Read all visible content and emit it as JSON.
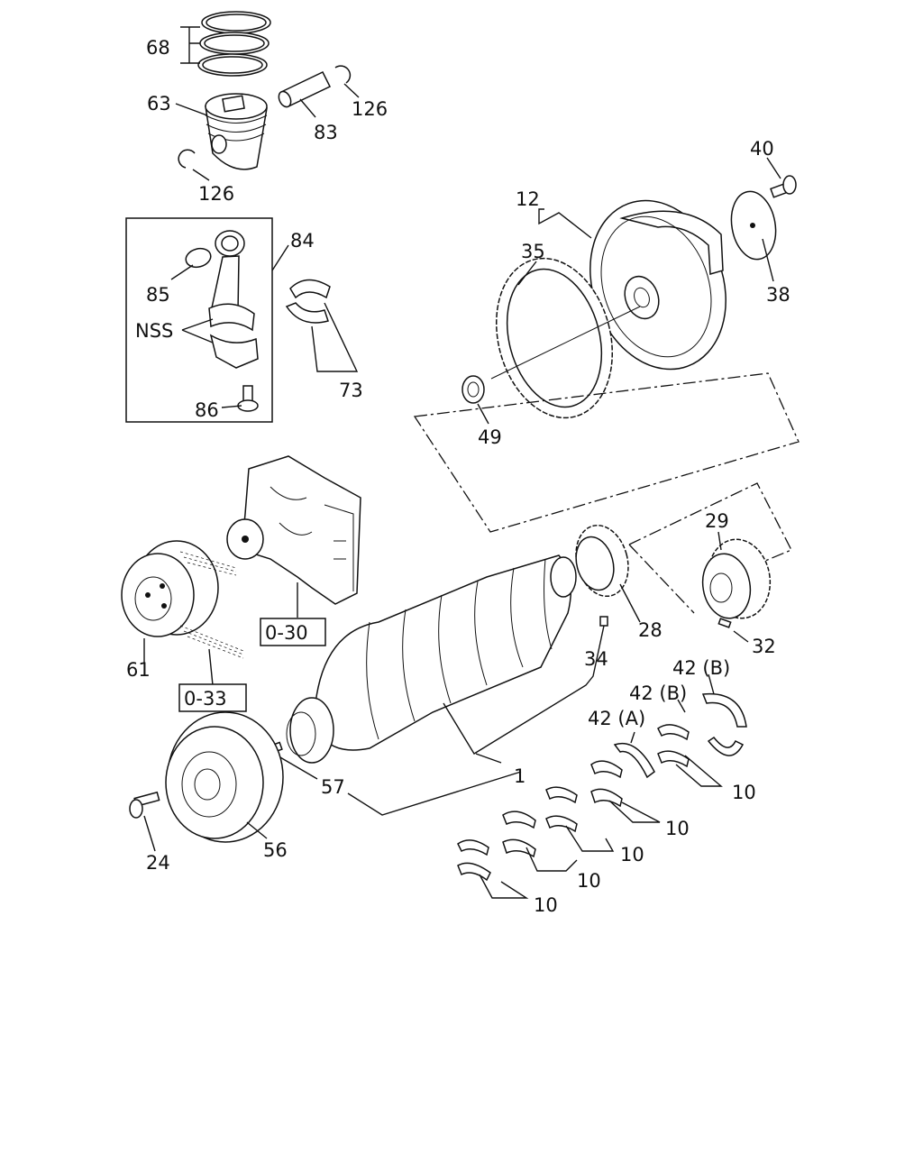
{
  "callouts": {
    "rings": "68",
    "piston": "63",
    "pin": "83",
    "snap_ring_top": "126",
    "snap_ring_bottom": "126",
    "conrod_assy": "84",
    "bushing": "85",
    "nss": "NSS",
    "rod_bearing": "73",
    "rod_bolt": "86",
    "flywheel_bolt": "40",
    "flywheel": "12",
    "ring_gear": "35",
    "plate": "38",
    "pilot_bearing": "49",
    "crank_gear": "29",
    "pulley_61": "61",
    "ref_030": "0-30",
    "ref_033": "0-33",
    "gear_28": "28",
    "key_32": "32",
    "pin_34": "34",
    "thrust_b1": "42 (B)",
    "thrust_b2": "42 (B)",
    "thrust_a": "42 (A)",
    "crankshaft": "1",
    "key_57": "57",
    "bolt_24": "24",
    "damper_56": "56",
    "main_bearing_1": "10",
    "main_bearing_2": "10",
    "main_bearing_3": "10",
    "main_bearing_4": "10",
    "main_bearing_5": "10"
  }
}
